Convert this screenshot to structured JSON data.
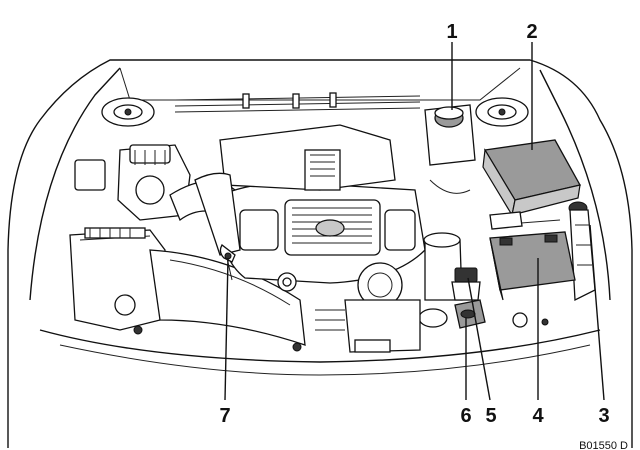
{
  "diagram": {
    "callouts": [
      {
        "id": "1",
        "label": "1"
      },
      {
        "id": "2",
        "label": "2"
      },
      {
        "id": "3",
        "label": "3"
      },
      {
        "id": "4",
        "label": "4"
      },
      {
        "id": "5",
        "label": "5"
      },
      {
        "id": "6",
        "label": "6"
      },
      {
        "id": "7",
        "label": "7"
      }
    ],
    "figure_code": "B01550 D",
    "colors": {
      "line": "#111111",
      "highlight": "#9a9a9a",
      "background": "#ffffff"
    }
  }
}
